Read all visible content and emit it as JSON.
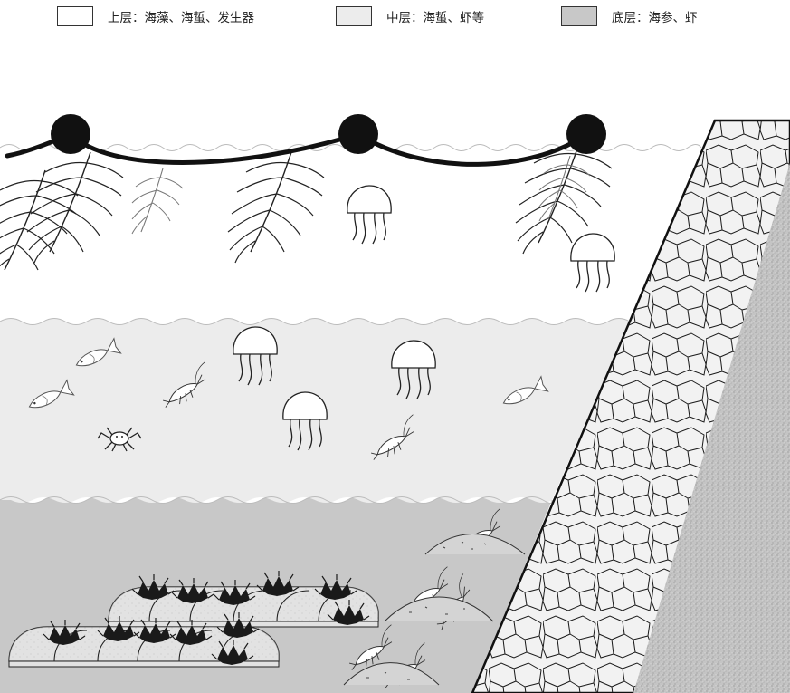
{
  "legend": [
    {
      "label": "上层：海藻、海蜇、发生器",
      "fill": "#ffffff"
    },
    {
      "label": "中层：海蜇、虾等",
      "fill": "#ececec"
    },
    {
      "label": "底层：海参、虾",
      "fill": "#c8c8c8"
    }
  ],
  "colors": {
    "upper_layer": "#ffffff",
    "middle_layer": "#ececec",
    "bottom_layer": "#c8c8c8",
    "outline": "#111111",
    "seaweed": "#222222",
    "seaweed_faint": "#888888",
    "stone_wall": "#f2f2f2",
    "embankment": "#bdbdbd"
  },
  "icons": [
    "buoy-icon",
    "seaweed-icon",
    "jellyfish-icon",
    "fish-icon",
    "shrimp-icon",
    "crab-icon",
    "sea-cucumber-reef-icon",
    "rock-pile-icon"
  ]
}
